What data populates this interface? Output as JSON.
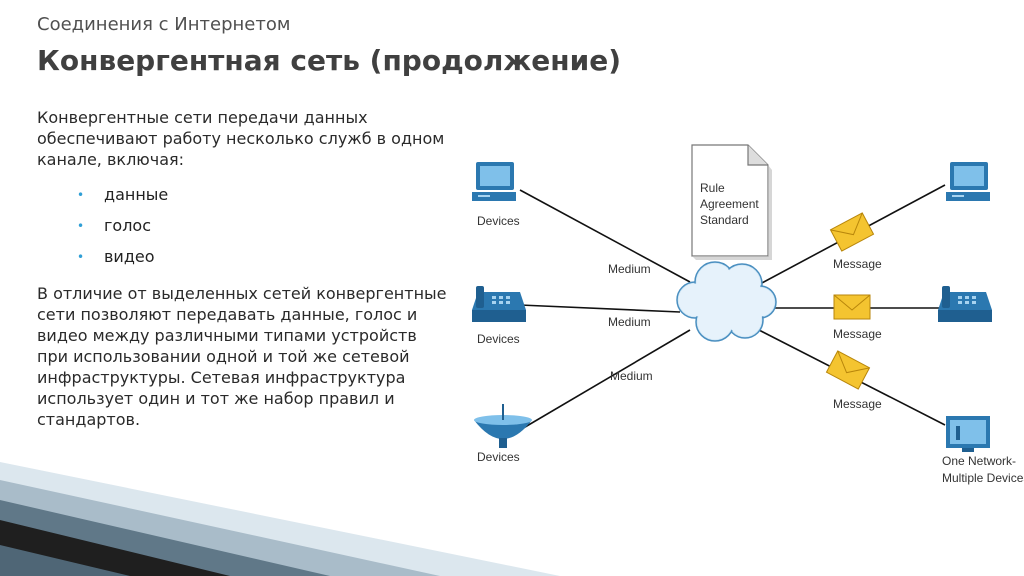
{
  "header": {
    "subtitle": "Соединения с Интернетом",
    "title": "Конвергентная сеть (продолжение)"
  },
  "intro": "Конвергентные сети передачи данных обеспечивают работу несколько служб в одном канале, включая:",
  "bullets": [
    "данные",
    "голос",
    "видео"
  ],
  "paragraph": "В отличие от выделенных сетей конвергентные сети позволяют передавать данные, голос и видео между различными типами устройств при использовании одной и той же сетевой инфраструктуры. Сетевая инфраструктура использует один и тот же набор правил и стандартов.",
  "diagram": {
    "devices_label": "Devices",
    "medium_label": "Medium",
    "message_label": "Message",
    "document_lines": [
      "Rule",
      "Agreement",
      "Standard"
    ],
    "right_bottom_lines": [
      "One Network-",
      "Multiple Devices"
    ],
    "left_devices": [
      "pc-icon",
      "phone-icon",
      "satellite-dish-icon"
    ],
    "right_devices": [
      "pc-icon",
      "phone-icon",
      "tv-icon"
    ]
  },
  "colors": {
    "device_blue": "#2b78b0",
    "envelope_yellow": "#f4c430",
    "cloud_blue": "#cfe6f5",
    "bullet_blue": "#2f9fd6"
  }
}
